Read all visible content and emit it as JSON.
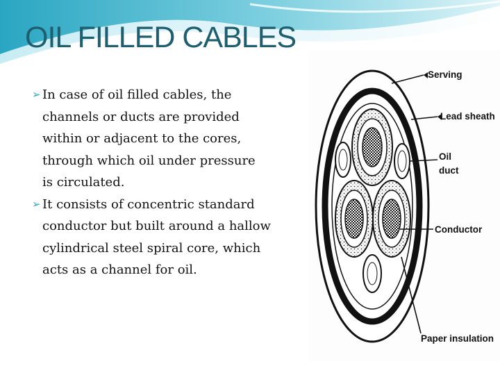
{
  "slide": {
    "title": "OIL FILLED CABLES",
    "accent_color": "#38a8c0",
    "title_color": "#1f5e6e"
  },
  "bullets": [
    {
      "icon": "arrow-bullet-icon",
      "lines": [
        "In case of oil filled cables, the",
        "channels or ducts are provided",
        "within or adjacent to the cores,",
        "through which oil under pressure",
        "is circulated."
      ]
    },
    {
      "icon": "arrow-bullet-icon",
      "lines": [
        "It consists of concentric standard",
        "conductor but built around a hallow",
        "cylindrical steel spiral core, which",
        "acts as a channel for oil."
      ]
    }
  ],
  "figure": {
    "labels": {
      "serving": "Serving",
      "lead_sheath": "Lead sheath",
      "oil_line1": "Oil",
      "oil_line2": "duct",
      "conductor": "Conductor",
      "paper_insulation": "Paper insulation"
    }
  }
}
